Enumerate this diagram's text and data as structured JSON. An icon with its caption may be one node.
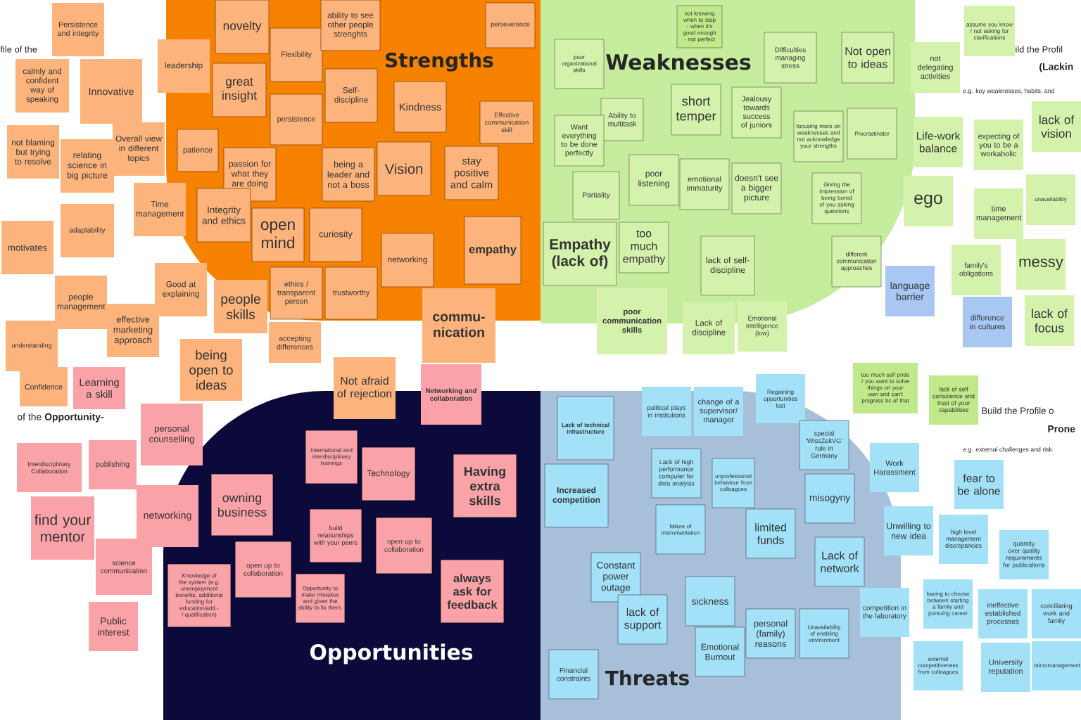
{
  "diagram": {
    "nodes": [
      {
        "text": [
          "Strengths"
        ]
      },
      {
        "text": [
          "Weaknesses"
        ]
      },
      {
        "text": [
          "Opportunities"
        ]
      },
      {
        "text": [
          "Threats"
        ]
      },
      {
        "text": [
          "Persistence and integrity"
        ]
      },
      {
        "text": [
          "calmly and confident way of speaking"
        ]
      },
      {
        "text": [
          "Innovative"
        ]
      },
      {
        "text": [
          "leadership"
        ]
      },
      {
        "text": [
          "novelty"
        ],
        "in": 0
      },
      {
        "text": [
          "Flexibility"
        ],
        "in": 0
      },
      {
        "text": [
          "great insight"
        ],
        "in": 0
      },
      {
        "text": [
          "ability to see other people strenghts"
        ],
        "in": 0
      },
      {
        "text": [
          "Self-discipline"
        ],
        "in": 0
      },
      {
        "text": [
          "persistence"
        ],
        "in": 0
      },
      {
        "text": [
          "perseverance"
        ],
        "in": 0
      },
      {
        "text": [
          "Kindness"
        ],
        "in": 0
      },
      {
        "text": [
          "Effective communication skill"
        ],
        "in": 0
      },
      {
        "text": [
          "not blaming but trying to resolve"
        ]
      },
      {
        "text": [
          "Overall view in different topics"
        ]
      },
      {
        "text": [
          "relating science in big picture"
        ]
      },
      {
        "text": [
          "patience"
        ],
        "in": 0
      },
      {
        "text": [
          "passion for what they are doing"
        ],
        "in": 0
      },
      {
        "text": [
          "being a leader and not a boss"
        ],
        "in": 0
      },
      {
        "text": [
          "Vision"
        ],
        "in": 0
      },
      {
        "text": [
          "stay positive and calm"
        ],
        "in": 0
      },
      {
        "text": [
          "Time management"
        ]
      },
      {
        "text": [
          "Integrity and ethics"
        ],
        "in": 0
      },
      {
        "text": [
          "open mind"
        ],
        "in": 0
      },
      {
        "text": [
          "curiosity"
        ],
        "in": 0
      },
      {
        "text": [
          "adaptability"
        ]
      },
      {
        "text": [
          "motivates"
        ]
      },
      {
        "text": [
          "networking"
        ],
        "in": 0
      },
      {
        "text": [
          "empathy"
        ],
        "in": 0
      },
      {
        "text": [
          "Good at explaining"
        ]
      },
      {
        "text": [
          "people management"
        ]
      },
      {
        "text": [
          "ethics / transparent person"
        ],
        "in": 0
      },
      {
        "text": [
          "trustworthy"
        ],
        "in": 0
      },
      {
        "text": [
          "people skills"
        ]
      },
      {
        "text": [
          "commu-nication"
        ]
      },
      {
        "text": [
          "effective marketing approach"
        ]
      },
      {
        "text": [
          "understanding"
        ]
      },
      {
        "text": [
          "accepting differences"
        ]
      },
      {
        "text": [
          "being open to ideas"
        ]
      },
      {
        "text": [
          "Not afraid of rejection"
        ]
      },
      {
        "text": [
          "Confidence"
        ]
      },
      {
        "text": [
          "Learning a skill"
        ]
      },
      {
        "text": [
          "not knowing when to stop - when it's good enough - not perfect"
        ],
        "in": 1
      },
      {
        "text": [
          "poor organizational skills"
        ],
        "in": 1
      },
      {
        "text": [
          "Difficulties managing stress"
        ],
        "in": 1
      },
      {
        "text": [
          "Not open to ideas"
        ],
        "in": 1
      },
      {
        "text": [
          "assume you know / not asking for clarifications"
        ]
      },
      {
        "text": [
          "not delegating activities"
        ]
      },
      {
        "text": [
          "Ability to multitask"
        ],
        "in": 1
      },
      {
        "text": [
          "short temper"
        ],
        "in": 1
      },
      {
        "text": [
          "Jealousy towards success of juniors"
        ],
        "in": 1
      },
      {
        "text": [
          "focusing more on weaknesses and not acknowledge your strengths"
        ],
        "in": 1
      },
      {
        "text": [
          "Procrastinator"
        ],
        "in": 1
      },
      {
        "text": [
          "Life-work balance"
        ]
      },
      {
        "text": [
          "expecting of you to be a workaholic"
        ]
      },
      {
        "text": [
          "lack of vision"
        ]
      },
      {
        "text": [
          "Want everything to be done perfectly"
        ],
        "in": 1
      },
      {
        "text": [
          "poor listening"
        ],
        "in": 1
      },
      {
        "text": [
          "emotional immaturity"
        ],
        "in": 1
      },
      {
        "text": [
          "doesn't see a bigger picture"
        ],
        "in": 1
      },
      {
        "text": [
          "Giving the impression of being bored of you asking questions"
        ],
        "in": 1
      },
      {
        "text": [
          "ego"
        ]
      },
      {
        "text": [
          "unavailability"
        ]
      },
      {
        "text": [
          "time management"
        ]
      },
      {
        "text": [
          "Partiality"
        ],
        "in": 1
      },
      {
        "text": [
          "Empathy (lack of)"
        ],
        "in": 1
      },
      {
        "text": [
          "too much empathy"
        ],
        "in": 1
      },
      {
        "text": [
          "lack of self-discipline"
        ],
        "in": 1
      },
      {
        "text": [
          "different communication approaches"
        ],
        "in": 1
      },
      {
        "text": [
          "messy"
        ]
      },
      {
        "text": [
          "family's obligations"
        ]
      },
      {
        "text": [
          "language barrier"
        ]
      },
      {
        "text": [
          "poor communication skills"
        ]
      },
      {
        "text": [
          "Lack of discipline"
        ]
      },
      {
        "text": [
          "Emotional intelligence (low)"
        ]
      },
      {
        "text": [
          "difference in cultures"
        ]
      },
      {
        "text": [
          "lack of focus"
        ]
      },
      {
        "text": [
          "personal counselling"
        ]
      },
      {
        "text": [
          "Networking and collaboration"
        ]
      },
      {
        "text": [
          "International and interdisciplinary trainings"
        ],
        "in": 2
      },
      {
        "text": [
          "Interdisciplinary Collaboration"
        ]
      },
      {
        "text": [
          "publishing"
        ]
      },
      {
        "text": [
          "Technology"
        ],
        "in": 2
      },
      {
        "text": [
          "Having extra skills"
        ],
        "in": 2
      },
      {
        "text": [
          "owning business"
        ],
        "in": 2
      },
      {
        "text": [
          "networking"
        ]
      },
      {
        "text": [
          "find your mentor"
        ]
      },
      {
        "text": [
          "build relationships with your peers"
        ],
        "in": 2
      },
      {
        "text": [
          "open up to collaboration"
        ],
        "in": 2
      },
      {
        "text": [
          "science communication"
        ]
      },
      {
        "text": [
          "open up to collaboration"
        ],
        "in": 2
      },
      {
        "text": [
          "always ask for feedback"
        ],
        "in": 2
      },
      {
        "text": [
          "Knowledge of the system (e.g. unemployment benefits, additional funding for education/add.-l qualification)"
        ],
        "in": 2
      },
      {
        "text": [
          "Opportunity to make mistakes and given the ability to fix them."
        ],
        "in": 2
      },
      {
        "text": [
          "Public interest"
        ]
      },
      {
        "text": [
          "Regaining opportunities lost"
        ]
      },
      {
        "text": [
          "political plays in institutions"
        ]
      },
      {
        "text": [
          "change of a supervisor/ manager"
        ]
      },
      {
        "text": [
          "Lack of technical infrastructure"
        ],
        "in": 3
      },
      {
        "text": [
          "too much self pride / you want to solve things on your own and can't progress bc of that"
        ]
      },
      {
        "text": [
          "lack of self conscience and trust of your capabilities"
        ]
      },
      {
        "text": [
          "special 'WissZeitVG' rule in Germany"
        ],
        "in": 3
      },
      {
        "text": [
          "Work Harassment"
        ]
      },
      {
        "text": [
          "Lack of high performance computer for data analysis"
        ],
        "in": 3
      },
      {
        "text": [
          "unprofessional behaviour from colleagues"
        ],
        "in": 3
      },
      {
        "text": [
          "fear to be alone"
        ]
      },
      {
        "text": [
          "Increased competition"
        ],
        "in": 3
      },
      {
        "text": [
          "misogyny"
        ],
        "in": 3
      },
      {
        "text": [
          "limited funds"
        ],
        "in": 3
      },
      {
        "text": [
          "failure of instrumentation"
        ],
        "in": 3
      },
      {
        "text": [
          "Unwilling to new idea"
        ]
      },
      {
        "text": [
          "high level management discrepancies"
        ]
      },
      {
        "text": [
          "quantity over quality requirements for publications"
        ]
      },
      {
        "text": [
          "Lack of network"
        ],
        "in": 3
      },
      {
        "text": [
          "Constant power outage"
        ],
        "in": 3
      },
      {
        "text": [
          "sickness"
        ],
        "in": 3
      },
      {
        "text": [
          "having to choose between starting a family and pursuing career"
        ]
      },
      {
        "text": [
          "competition in the laboratory"
        ]
      },
      {
        "text": [
          "ineffective established processes"
        ]
      },
      {
        "text": [
          "conciliating work and family"
        ]
      },
      {
        "text": [
          "lack of support"
        ],
        "in": 3
      },
      {
        "text": [
          "personal (family) reasons"
        ],
        "in": 3
      },
      {
        "text": [
          "Unavailability of enabling environment"
        ],
        "in": 3
      },
      {
        "text": [
          "Emotional Burnout"
        ],
        "in": 3
      },
      {
        "text": [
          "Financial constraints"
        ],
        "in": 3
      },
      {
        "text": [
          "external competitiveness from colleagues"
        ]
      },
      {
        "text": [
          "University reputation"
        ]
      },
      {
        "text": [
          "micromanagement"
        ]
      }
    ],
    "labels": [
      "file of the",
      "of the **Opportunity-**",
      "ild the Profil",
      "(Lackin",
      "e.g. key weaknesses, habits, and",
      "Build the Profile o",
      "Prone",
      "e.g. external challenges and risk"
    ]
  }
}
